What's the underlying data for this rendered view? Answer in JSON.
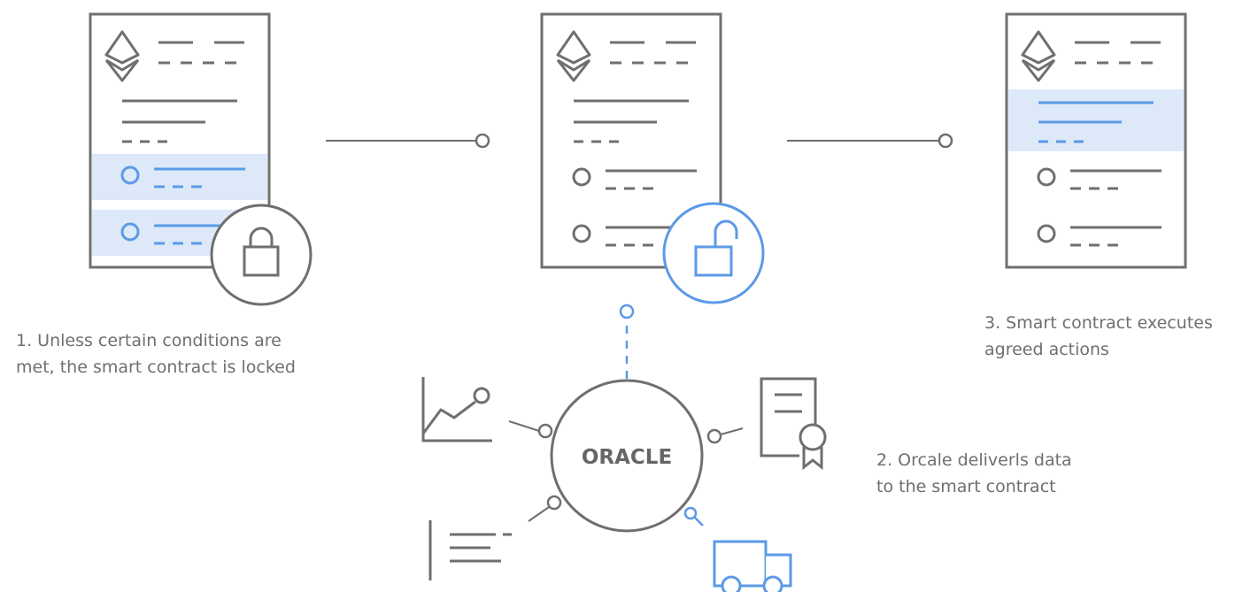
{
  "oracle": {
    "label": "ORACLE"
  },
  "steps": [
    {
      "line1": "1. Unless certain conditions are",
      "line2": "met, the smart contract is locked",
      "lock_state": "locked"
    },
    {
      "line1": "2. Orcale deliverls data",
      "line2": "to the smart contract",
      "lock_state": "unlocked"
    },
    {
      "line1": "3. Smart contract executes",
      "line2": "agreed actions",
      "lock_state": "none"
    }
  ],
  "data_sources": [
    {
      "icon": "line-chart-icon"
    },
    {
      "icon": "certificate-icon"
    },
    {
      "icon": "text-document-icon"
    },
    {
      "icon": "truck-icon"
    }
  ],
  "colors": {
    "stroke": "#6f6f6f",
    "accent": "#5b9ae6",
    "highlight_fill": "#dde9f9",
    "text": "#6f6f6f"
  }
}
